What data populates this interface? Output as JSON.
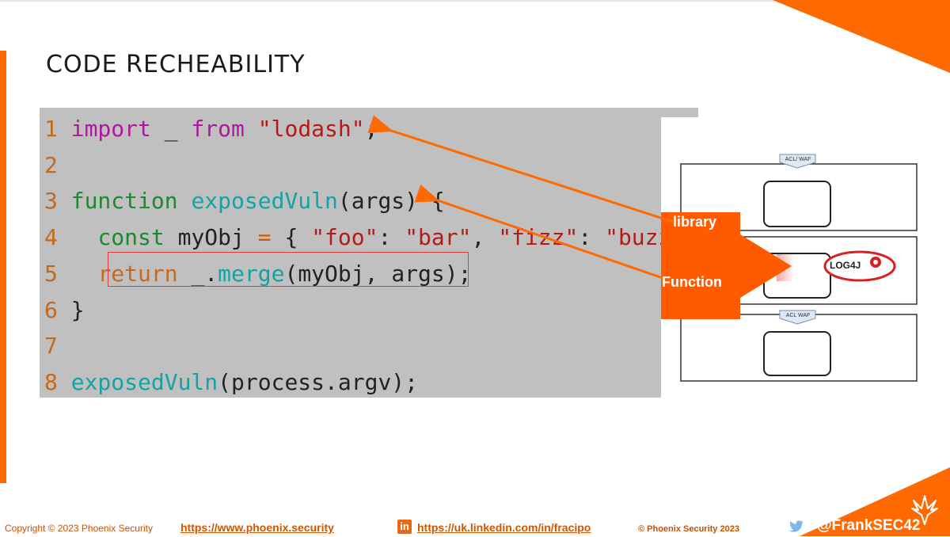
{
  "slide": {
    "title": "CODE RECHEABILITY"
  },
  "code": {
    "lines": [
      {
        "num": "1",
        "parts": [
          [
            "kw",
            "import"
          ],
          [
            "pl",
            " _ "
          ],
          [
            "kw",
            "from"
          ],
          [
            "pl",
            " "
          ],
          [
            "st",
            "\"lodash\""
          ],
          [
            "pl",
            ";"
          ]
        ]
      },
      {
        "num": "2",
        "parts": []
      },
      {
        "num": "3",
        "parts": [
          [
            "gn",
            "function"
          ],
          [
            "pl",
            " "
          ],
          [
            "fn",
            "exposedVuln"
          ],
          [
            "pl",
            "(args) {"
          ]
        ]
      },
      {
        "num": "4",
        "parts": [
          [
            "pl",
            "  "
          ],
          [
            "gn",
            "const"
          ],
          [
            "pl",
            " myObj "
          ],
          [
            "op",
            "="
          ],
          [
            "pl",
            " { "
          ],
          [
            "st",
            "\"foo\""
          ],
          [
            "pl",
            ": "
          ],
          [
            "st",
            "\"bar\""
          ],
          [
            "pl",
            ", "
          ],
          [
            "st",
            "\"fizz\""
          ],
          [
            "pl",
            ": "
          ],
          [
            "st",
            "\"buzz\""
          ]
        ]
      },
      {
        "num": "5",
        "parts": [
          [
            "pl",
            "  "
          ],
          [
            "ln",
            "return"
          ],
          [
            "pl",
            " _."
          ],
          [
            "fn",
            "merge"
          ],
          [
            "pl",
            "(myObj, args);"
          ]
        ]
      },
      {
        "num": "6",
        "parts": [
          [
            "pl",
            "}"
          ]
        ]
      },
      {
        "num": "7",
        "parts": []
      },
      {
        "num": "8",
        "parts": [
          [
            "fn",
            "exposedVuln"
          ],
          [
            "pl",
            "(process.argv);"
          ]
        ]
      }
    ]
  },
  "callout": {
    "library_label": "library",
    "function_label": "Function"
  },
  "diagram": {
    "acl_waf_top": "ACL/ WAF",
    "acl_waf_bottom": "ACL WAF",
    "log4j": "LOG4J"
  },
  "footer": {
    "copyright": "Copyright © 2023 Phoenix Security",
    "website": "https://www.phoenix.security",
    "linkedin_icon": "in",
    "linkedin": "https://uk.linkedin.com/in/fracipo",
    "phoenix": "© Phoenix Security 2023",
    "handle": "@FrankSEC42"
  },
  "colors": {
    "accent": "#ff6a00",
    "code_bg": "#c0c0c0"
  }
}
